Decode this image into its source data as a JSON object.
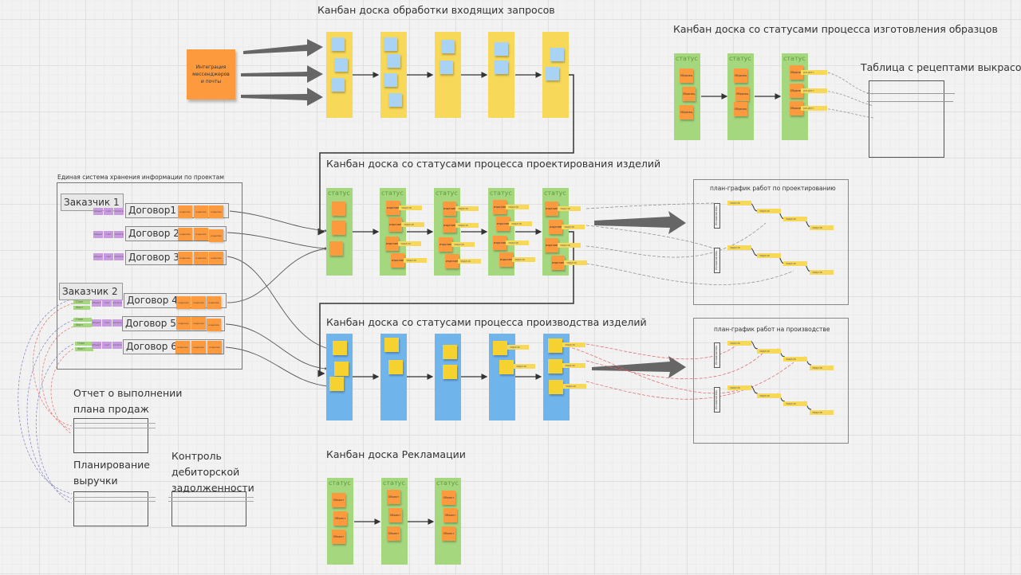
{
  "boards": {
    "incoming": {
      "title": "Канбан доска обработки входящих запросов",
      "source_sticky": "Интеграция мессенджеров и почты"
    },
    "samples": {
      "title": "Канбан доска со статусами процесса изготовления образцов",
      "column_label": "статус",
      "sticky_text": "Образец",
      "tag_text": "рецепт"
    },
    "recipes": {
      "title": "Таблица с рецептами выкрасов"
    },
    "design": {
      "title": "Канбан доска со статусами процесса проектирования изделий",
      "column_label": "статус",
      "sticky_text": "изделие",
      "tag_text": "задача"
    },
    "production": {
      "title": "Канбан доска со статусами процесса производства изделий",
      "tag_text": "задача"
    },
    "claims": {
      "title": "Канбан доска Рекламации",
      "column_label": "статус",
      "sticky_text": "Объект"
    }
  },
  "storage": {
    "title": "Единая система хранения информации по проектам",
    "customers": [
      {
        "name": "Заказчик 1",
        "contracts": [
          "Договор1",
          "Договор 2",
          "Договор 3"
        ]
      },
      {
        "name": "Заказчик 2",
        "contracts": [
          "Договор 4",
          "Договор 5",
          "Договор 6"
        ]
      }
    ],
    "contract_sticky": "изделие",
    "purple_tags": [
      "объект",
      "счет",
      "оплата"
    ],
    "green_tags": [
      "План",
      "Факт"
    ]
  },
  "schedules": {
    "design": {
      "title": "план-график работ по проектированию",
      "row_label": "Исполнитель",
      "task_label": "задача"
    },
    "production": {
      "title": "план-график работ на производстве",
      "row_label": "Исполнитель",
      "task_label": "задача"
    }
  },
  "reports": {
    "sales_plan": "Отчет о выполнении плана продаж",
    "revenue_planning": "Планирование выручки",
    "receivables": "Контроль дебиторской задолженности"
  },
  "colors": {
    "yellow_column": "#f7d859",
    "green_column": "#a5d77e",
    "blue_column": "#70b4ec",
    "orange_sticky": "#fd9a3e",
    "blue_sticky": "#a9d3f5",
    "yellow_sticky": "#f5d230",
    "purple_tag": "#c89be0",
    "arrow_gray": "#666666"
  }
}
